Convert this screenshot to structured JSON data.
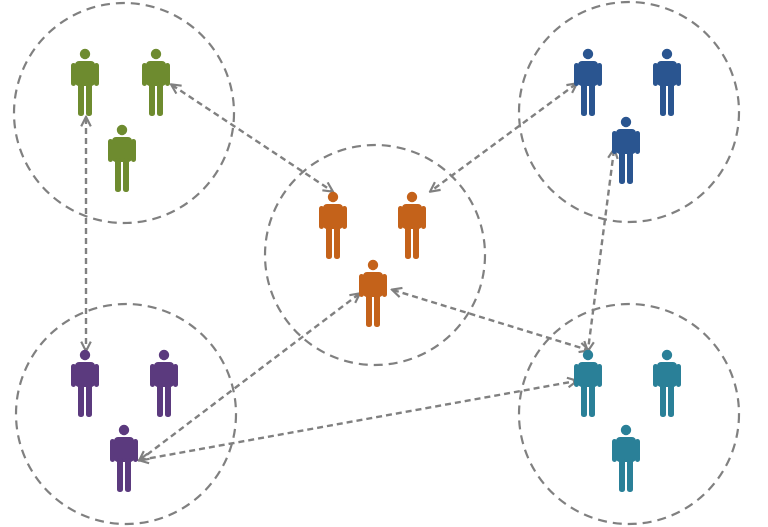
{
  "colors": {
    "background": "#ffffff",
    "group_outline": "#808080",
    "connector": "#808080"
  },
  "icon": "person-icon",
  "groups": [
    {
      "id": "green",
      "color": "#6e8b2f",
      "members": 3
    },
    {
      "id": "blue",
      "color": "#2a5590",
      "members": 3
    },
    {
      "id": "orange",
      "color": "#c4621a",
      "members": 3
    },
    {
      "id": "purple",
      "color": "#5b3a7e",
      "members": 3
    },
    {
      "id": "teal",
      "color": "#2a8098",
      "members": 3
    }
  ],
  "connections": [
    {
      "from": "green",
      "to": "orange",
      "type": "bidirectional"
    },
    {
      "from": "green",
      "to": "purple",
      "type": "bidirectional"
    },
    {
      "from": "blue",
      "to": "orange",
      "type": "bidirectional"
    },
    {
      "from": "blue",
      "to": "teal",
      "type": "bidirectional"
    },
    {
      "from": "orange",
      "to": "purple",
      "type": "bidirectional"
    },
    {
      "from": "orange",
      "to": "teal",
      "type": "bidirectional"
    },
    {
      "from": "purple",
      "to": "teal",
      "type": "bidirectional"
    }
  ]
}
